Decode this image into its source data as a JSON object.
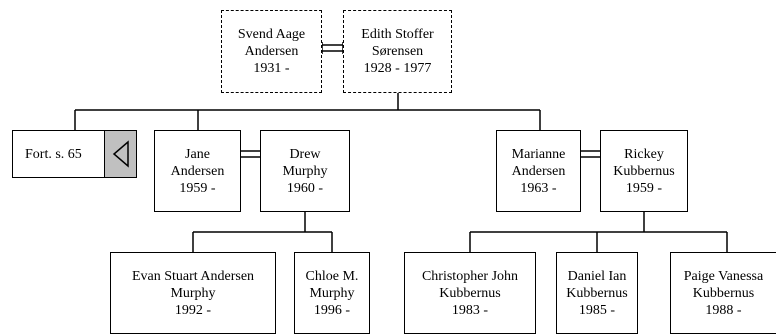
{
  "parents": {
    "father": {
      "name1": "Svend Aage",
      "name2": "Andersen",
      "years": "1931 -"
    },
    "mother": {
      "name1": "Edith Stoffer",
      "name2": "Sørensen",
      "years": "1928 - 1977"
    }
  },
  "continue_link": {
    "label": "Fort. s. 65",
    "icon": "triangle-left-arrow-icon"
  },
  "couples": [
    {
      "a": {
        "name1": "Jane",
        "name2": "Andersen",
        "years": "1959 -"
      },
      "b": {
        "name1": "Drew",
        "name2": "Murphy",
        "years": "1960 -"
      },
      "children": [
        {
          "name1": "Evan Stuart Andersen",
          "name2": "Murphy",
          "years": "1992 -"
        },
        {
          "name1": "Chloe M.",
          "name2": "Murphy",
          "years": "1996 -"
        }
      ]
    },
    {
      "a": {
        "name1": "Marianne",
        "name2": "Andersen",
        "years": "1963 -"
      },
      "b": {
        "name1": "Rickey",
        "name2": "Kubbernus",
        "years": "1959 -"
      },
      "children": [
        {
          "name1": "Christopher John",
          "name2": "Kubbernus",
          "years": "1983 -"
        },
        {
          "name1": "Daniel Ian",
          "name2": "Kubbernus",
          "years": "1985 -"
        },
        {
          "name1": "Paige Vanessa",
          "name2": "Kubbernus",
          "years": "1988 -"
        }
      ]
    }
  ]
}
